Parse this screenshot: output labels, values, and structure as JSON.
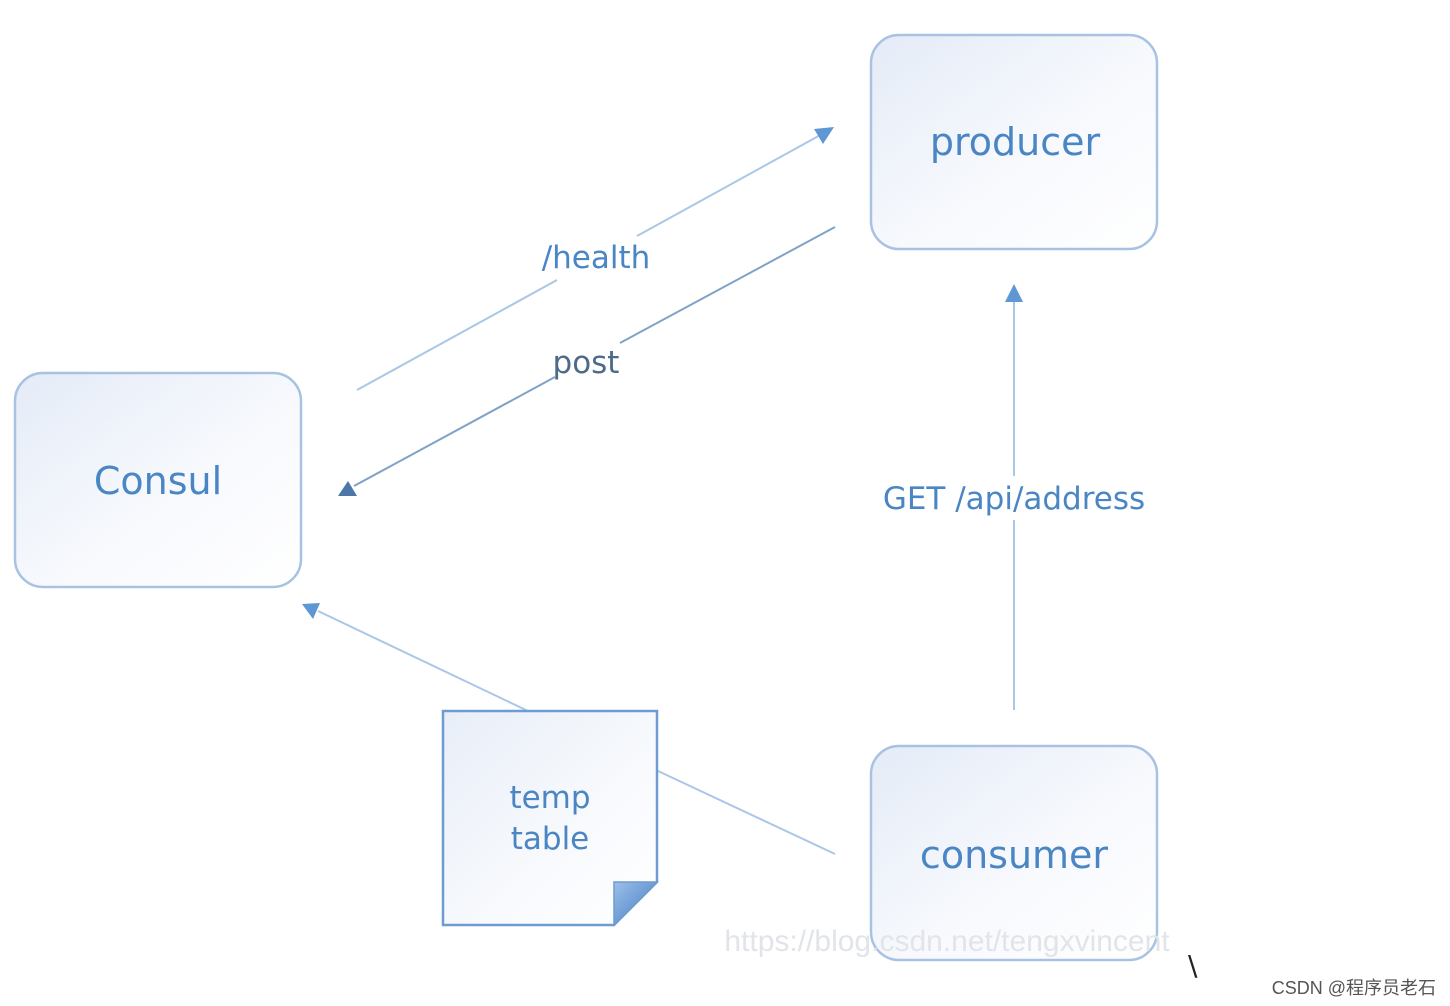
{
  "nodes": {
    "consul": {
      "label": "Consul"
    },
    "producer": {
      "label": "producer"
    },
    "consumer": {
      "label": "consumer"
    },
    "temp_table": {
      "line1": "temp",
      "line2": "table"
    }
  },
  "edges": {
    "health": {
      "label": "/health"
    },
    "post": {
      "label": "post"
    },
    "get_address": {
      "label": "GET /api/address"
    }
  },
  "watermark": "https://blog.csdn.net/tengxvincent",
  "stray_mark": "\\",
  "footer": "CSDN @程序员老石",
  "colors": {
    "box_border": "#a7c2e2",
    "box_fill_light": "#ffffff",
    "box_fill_tint": "#e6edf8",
    "text": "#4a86c4",
    "arrow_light": "#a9c7e6",
    "arrow_head": "#5e97d3",
    "arrow_dark": "#7fa3c6",
    "arrow_dark_head": "#4c77a6",
    "label_dark": "#4d6b88"
  }
}
